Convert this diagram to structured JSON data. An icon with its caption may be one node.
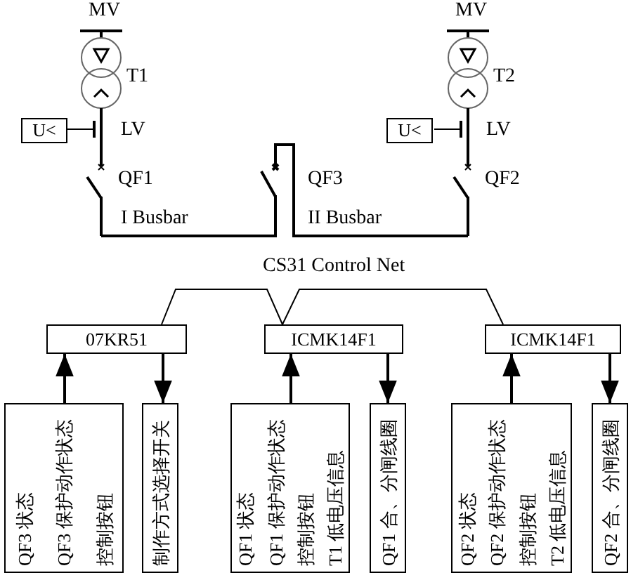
{
  "diagram": {
    "nodes": [
      {
        "text": [
          "U<"
        ]
      },
      {
        "text": [
          "U<"
        ]
      },
      {
        "text": [
          "07KR51"
        ]
      },
      {
        "text": [
          "ICMK14F1"
        ]
      },
      {
        "text": [
          "ICMK14F1"
        ]
      },
      {
        "text": [
          "QF3 状态",
          "QF3 保护动作状态",
          "控制按钮"
        ]
      },
      {
        "text": [
          "制作方式选择开关"
        ]
      },
      {
        "text": [
          "QF1 状态",
          "QF1 保护动作状态",
          "控制按钮",
          "T1 低电压信息"
        ]
      },
      {
        "text": [
          "QF1 合、分闸线圈"
        ]
      },
      {
        "text": [
          "QF2 状态",
          "QF2 保护动作状态",
          "控制按钮",
          "T2 低电压信息"
        ]
      },
      {
        "text": [
          "QF2 合、分闸线圈"
        ]
      }
    ],
    "edges": [
      {
        "from": 2,
        "to": 3,
        "arrow": "none"
      },
      {
        "from": 3,
        "to": 4,
        "arrow": "none"
      },
      {
        "from": 5,
        "to": 2,
        "arrow": "to"
      },
      {
        "from": 2,
        "to": 6,
        "arrow": "to"
      },
      {
        "from": 7,
        "to": 3,
        "arrow": "to"
      },
      {
        "from": 3,
        "to": 8,
        "arrow": "to"
      },
      {
        "from": 9,
        "to": 4,
        "arrow": "to"
      },
      {
        "from": 4,
        "to": 10,
        "arrow": "to"
      }
    ],
    "labels": [
      "MV",
      "MV",
      "T1",
      "T2",
      "LV",
      "LV",
      "QF1",
      "QF3",
      "QF2",
      "I Busbar",
      "II Busbar",
      "CS31 Control Net"
    ]
  }
}
